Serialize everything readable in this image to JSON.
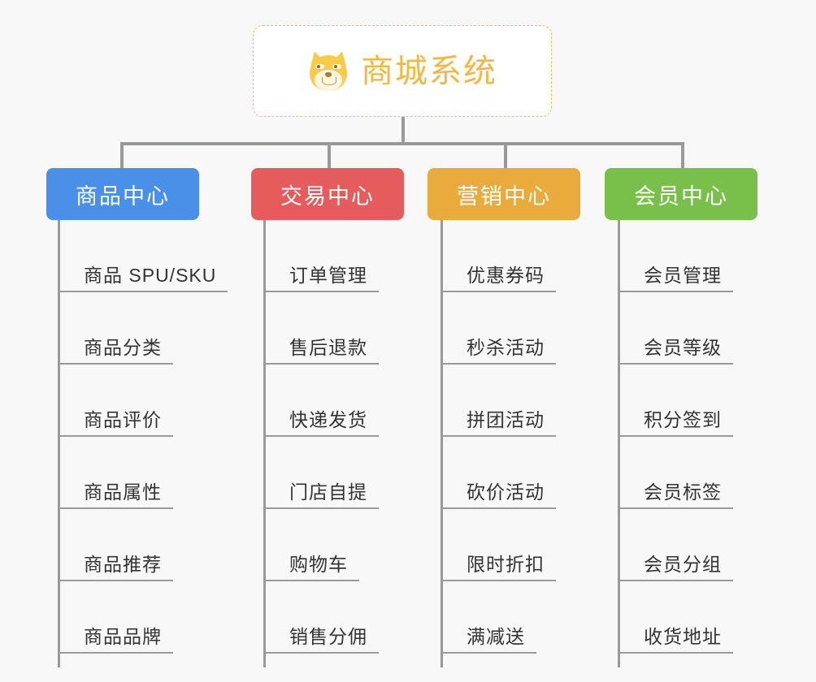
{
  "diagram": {
    "type": "org-chart",
    "background_color": "#f8f8f8",
    "root": {
      "title": "商城系统",
      "icon": "shiba-dog-face-icon",
      "text_color": "#f2b843",
      "border_color": "#f0b95b",
      "fill_color": "#ffffff",
      "border_style": "dashed"
    },
    "connector_color": "#999999",
    "branches": [
      {
        "id": "product-center",
        "label": "商品中心",
        "color": "#4a90e8",
        "children": [
          "商品 SPU/SKU",
          "商品分类",
          "商品评价",
          "商品属性",
          "商品推荐",
          "商品品牌"
        ]
      },
      {
        "id": "trade-center",
        "label": "交易中心",
        "color": "#e65c5c",
        "children": [
          "订单管理",
          "售后退款",
          "快递发货",
          "门店自提",
          "购物车",
          "销售分佣"
        ]
      },
      {
        "id": "marketing-center",
        "label": "营销中心",
        "color": "#e8ab3c",
        "children": [
          "优惠券码",
          "秒杀活动",
          "拼团活动",
          "砍价活动",
          "限时折扣",
          "满减送"
        ]
      },
      {
        "id": "member-center",
        "label": "会员中心",
        "color": "#79c04a",
        "children": [
          "会员管理",
          "会员等级",
          "积分签到",
          "会员标签",
          "会员分组",
          "收货地址"
        ]
      }
    ]
  }
}
